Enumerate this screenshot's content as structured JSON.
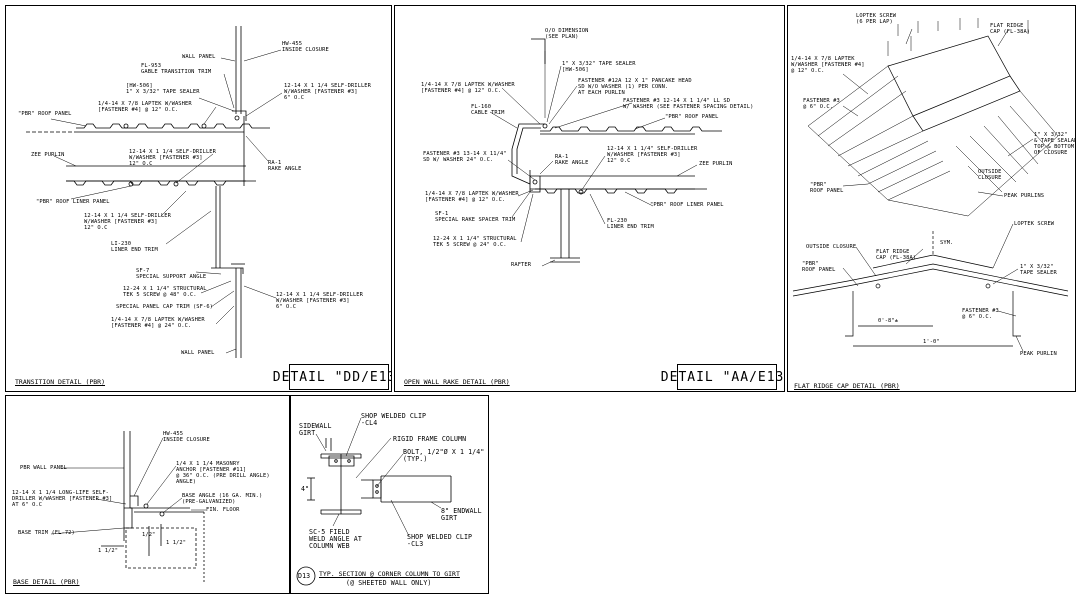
{
  "panels": {
    "dd": {
      "title": "TRANSITION DETAIL (PBR)",
      "detail": "DETAIL \"DD/E13\"",
      "labels": [
        "WALL PANEL",
        "HW-455\nINSIDE CLOSURE",
        "FL-953\nGABLE TRANSITION TRIM",
        "[HW-506]\n1\" x 3/32\" Tape Sealer",
        "1/4-14 x 7/8 LAPTEK W/WASHER\n[FASTENER #4] @ 12\" O.C.",
        "12-14 x 1 1/4 SELF-DRILLER\nW/WASHER [FASTENER #3]\n6\" O.C",
        "\"PBR\" ROOF PANEL",
        "12-14 x 1 1/4 SELF-DRILLER\nW/WASHER [FASTENER #3]\n12\" O.C",
        "ZEE PURLIN",
        "RA-1\nRake Angle",
        "\"PBR\" ROOF LINER PANEL",
        "12-14 x 1 1/4 SELF-DRILLER\nW/WASHER [FASTENER #3]\n12\" O.C",
        "LI-230\nLINER END TRIM",
        "SF-7\nSPECIAL SUPPORT ANGLE",
        "12-24 X 1 1/4\" STRUCTURAL\nTEK 5 SCREW @ 48\" O.C.",
        "SPECIAL PANEL CAP TRIM (SF-6)",
        "1/4-14 x 7/8 LAPTEK W/WASHER\n[FASTENER #4] @ 24\" O.C.",
        "12-14 x 1 1/4 SELF-DRILLER\nW/WASHER [FASTENER #3]\n6\" O.C",
        "WALL PANEL"
      ]
    },
    "aa": {
      "title": "OPEN WALL RAKE DETAIL (PBR)",
      "detail": "DETAIL \"AA/E13\"",
      "labels": [
        "O/O Dimension\n(See Plan)",
        "1\" x 3/32\" Tape Sealer\n[HW-506]",
        "1/4-14 x 7/8 LAPTEK W/WASHER\n[FASTENER #4] @ 12\" O.C.",
        "Fastener #12A 12 x 1\" Pancake Head\nSD W/O Washer (1) Per Conn.\nAt Each Purlin",
        "Fastener #3 12-14 x 1 1/4\" LL SD\nW/ Washer (See Fastener Spacing Detail)",
        "\"PBR\" ROOF PANEL",
        "FL-160\nCABLE TRIM",
        "Fastener #3 13-14 x 11/4\"\nSD W/ Washer 24\" O.C.",
        "RA-1\nRake Angle",
        "12-14 x 1 1/4\" SELF-DRILLER\nW/WASHER [FASTENER #3]\n12\" O.C",
        "ZEE PURLIN",
        "1/4-14 x 7/8 LAPTEK W/WASHER\n[FASTENER #4] @ 12\" O.C.",
        "\"PBR\" ROOF LINER PANEL",
        "SF-1\nSPECIAL RAKE SPACER TRIM",
        "FL-230\nLINER END TRIM",
        "12-24 X 1 1/4\" STRUCTURAL\nTEK 5 SCREW @ 24\" O.C.",
        "RAFTER"
      ]
    },
    "ridge": {
      "title": "FLAT RIDGE CAP DETAIL (PBR)",
      "labels": [
        "Loptek Screw\n(6 Per Lap)",
        "Flat Ridge\nCap (FL-38A)",
        "1/4-14 x 7/8 LAPTEK\nW/WASHER [FASTENER #4]\n@ 12\" O.C.",
        "Fastener #3\n@ 6\" O.C.",
        "1\" x 3/32\"\n& Tape Sealant\nTop & Bottom\nof Closure",
        "Outside\nClosure",
        "\"PBR\"\nRoof Panel",
        "Peak Purlins",
        "Flat Ridge\nCap (FL-38A)",
        "Loptek Screw",
        "Sym.",
        "Outside Closure",
        "\"PBR\"\nRoof Panel",
        "1\" x 3/32\"\nTape Sealer",
        "0'-8\"±",
        "Fastener #3\n@ 6\" O.C.",
        "1'-0\"",
        "Peak Purlin"
      ]
    },
    "base": {
      "title": "BASE DETAIL (PBR)",
      "labels": [
        "HW-455\nINSIDE CLOSURE",
        "PBR WALL PANEL",
        "1/4 x 1 1/4 MASONRY\nANCHOR [FASTENER #11]\n@ 36\" O.C. (PRE DRILL ANGLE)\nANGLE)",
        "12-14 x 1 1/4 LONG-LIFE SELF-\nDRILLER W/WASHER [FASTENER #3]\nAT 6\" O.C",
        "BASE ANGLE (16 GA. MIN.)\n(PRE-GALVANIZED)",
        "FIN. FLOOR",
        "BASE TRIM (FL-72)",
        "1 1/2\"",
        "1/2\"",
        "1 1/2\""
      ]
    },
    "d13": {
      "badge": "D13",
      "title": "TYP. SECTION @ CORNER COLUMN TO GIRT",
      "subtitle": "(@ SHEETED WALL ONLY)",
      "labels": [
        "SIDEWALL\nGIRT",
        "SHOP WELDED CLIP\n-CL4",
        "RIGID FRAME COLUMN",
        "BOLT, 1/2\"ø x 1 1/4\" A307\n(TYP.)",
        "4\"",
        "8\" ENDWALL\nGIRT",
        "SC-5 FIELD\nWELD ANGLE AT\nCOLUMN WEB",
        "SHOP WELDED CLIP\n-CL3"
      ]
    }
  }
}
